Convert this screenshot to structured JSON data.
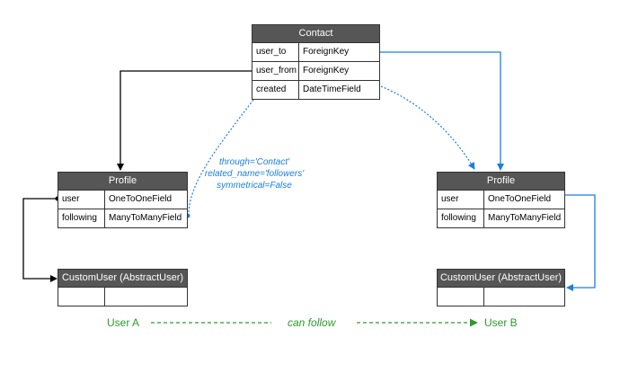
{
  "contact": {
    "title": "Contact",
    "rows": [
      {
        "name": "user_to",
        "type": "ForeignKey"
      },
      {
        "name": "user_from",
        "type": "ForeignKey"
      },
      {
        "name": "created",
        "type": "DateTimeField"
      }
    ]
  },
  "profile_left": {
    "title": "Profile",
    "rows": [
      {
        "name": "user",
        "type": "OneToOneField"
      },
      {
        "name": "following",
        "type": "ManyToManyField"
      }
    ]
  },
  "profile_right": {
    "title": "Profile",
    "rows": [
      {
        "name": "user",
        "type": "OneToOneField"
      },
      {
        "name": "following",
        "type": "ManyToManyField"
      }
    ]
  },
  "customuser_left": {
    "title": "CustomUser (AbstractUser)"
  },
  "customuser_right": {
    "title": "CustomUser (AbstractUser)"
  },
  "annotation": {
    "line1": "through='Contact'",
    "line2": "related_name='followers'",
    "line3": "symmetrical=False"
  },
  "footer": {
    "user_a": "User A",
    "can_follow": "can follow",
    "user_b": "User B"
  },
  "colors": {
    "header_bg": "#565656",
    "blue": "#1a7fe0",
    "green": "#2d9a2d",
    "black": "#000000"
  }
}
